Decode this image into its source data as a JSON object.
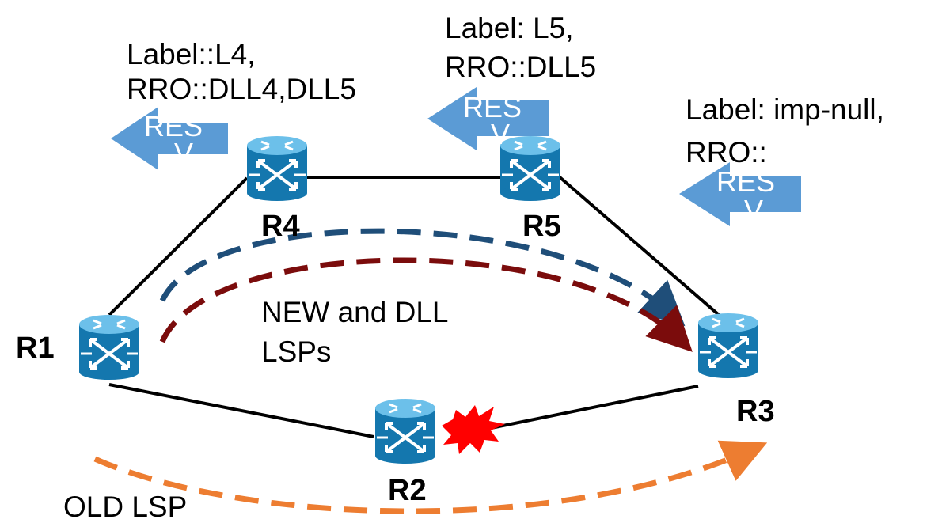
{
  "nodes": [
    {
      "id": "R1",
      "label": "R1"
    },
    {
      "id": "R2",
      "label": "R2"
    },
    {
      "id": "R3",
      "label": "R3"
    },
    {
      "id": "R4",
      "label": "R4"
    },
    {
      "id": "R5",
      "label": "R5"
    }
  ],
  "links": [
    [
      "R1",
      "R4"
    ],
    [
      "R4",
      "R5"
    ],
    [
      "R5",
      "R3"
    ],
    [
      "R1",
      "R2"
    ],
    [
      "R2",
      "R3"
    ]
  ],
  "failure": {
    "on": "R2-R3",
    "color": "#ff0000"
  },
  "lsps": {
    "new_label": [
      "NEW and DLL",
      "LSPs"
    ],
    "old_label": "OLD LSP",
    "colors": {
      "new": "#1f4e79",
      "dll": "#7b0c0c",
      "old": "#ed7d31"
    }
  },
  "resv_messages": [
    {
      "text": "RES",
      "text2": "V",
      "label_line1": "Label::L4,",
      "label_line2": "RRO::DLL4,DLL5"
    },
    {
      "text": "RES",
      "text2": "V",
      "label_line1": "Label: L5,",
      "label_line2": "RRO::DLL5"
    },
    {
      "text": "RES",
      "text2": "V",
      "label_line1": "Label: imp-null,",
      "label_line2": "RRO::"
    }
  ],
  "colors": {
    "router": "#1c87c9",
    "router_top": "#5fb5e6",
    "resv_arrow": "#5b9bd5"
  }
}
